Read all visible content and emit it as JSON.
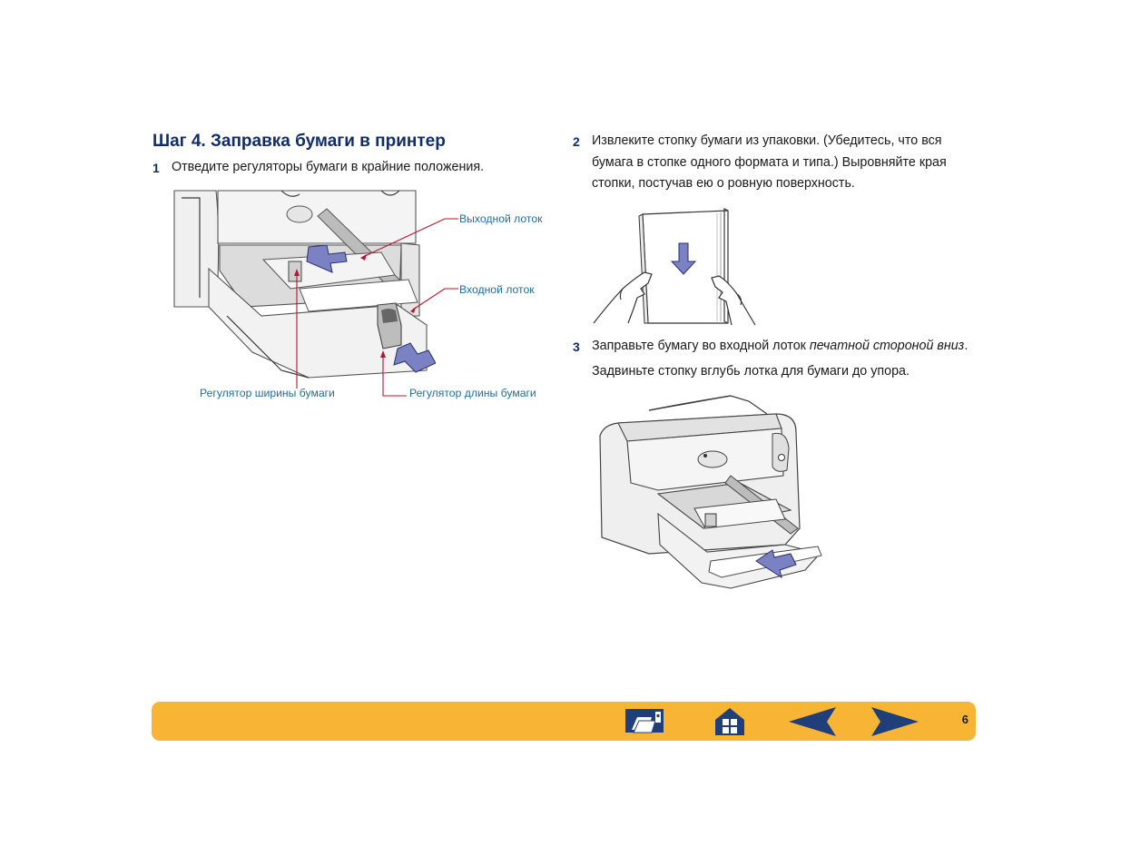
{
  "section": {
    "title": "Шаг 4. Заправка бумаги в принтер"
  },
  "steps": [
    {
      "num": "1",
      "text": "Отведите регуляторы бумаги в крайние положения."
    },
    {
      "num": "2",
      "text": "Извлеките стопку бумаги из упаковки. (Убедитесь, что вся бумага в стопке одного формата и типа.) Выровняйте края стопки, постучав ею о ровную поверхность."
    },
    {
      "num": "3",
      "text_before": "Заправьте бумагу во входной лоток ",
      "text_emphasis": "печатной стороной вниз",
      "text_after": ".",
      "text_line2": "Задвиньте стопку вглубь лотка для бумаги до упора."
    }
  ],
  "callouts": {
    "output_tray": "Выходной лоток",
    "input_tray": "Входной лоток",
    "width_guide": "Регулятор ширины бумаги",
    "length_guide": "Регулятор длины бумаги"
  },
  "nav": {
    "page_number": "6",
    "icons": [
      "print-icon",
      "home-icon",
      "prev-page-icon",
      "next-page-icon"
    ],
    "bar_color": "#f8b535",
    "icon_color": "#1f3f7a"
  }
}
